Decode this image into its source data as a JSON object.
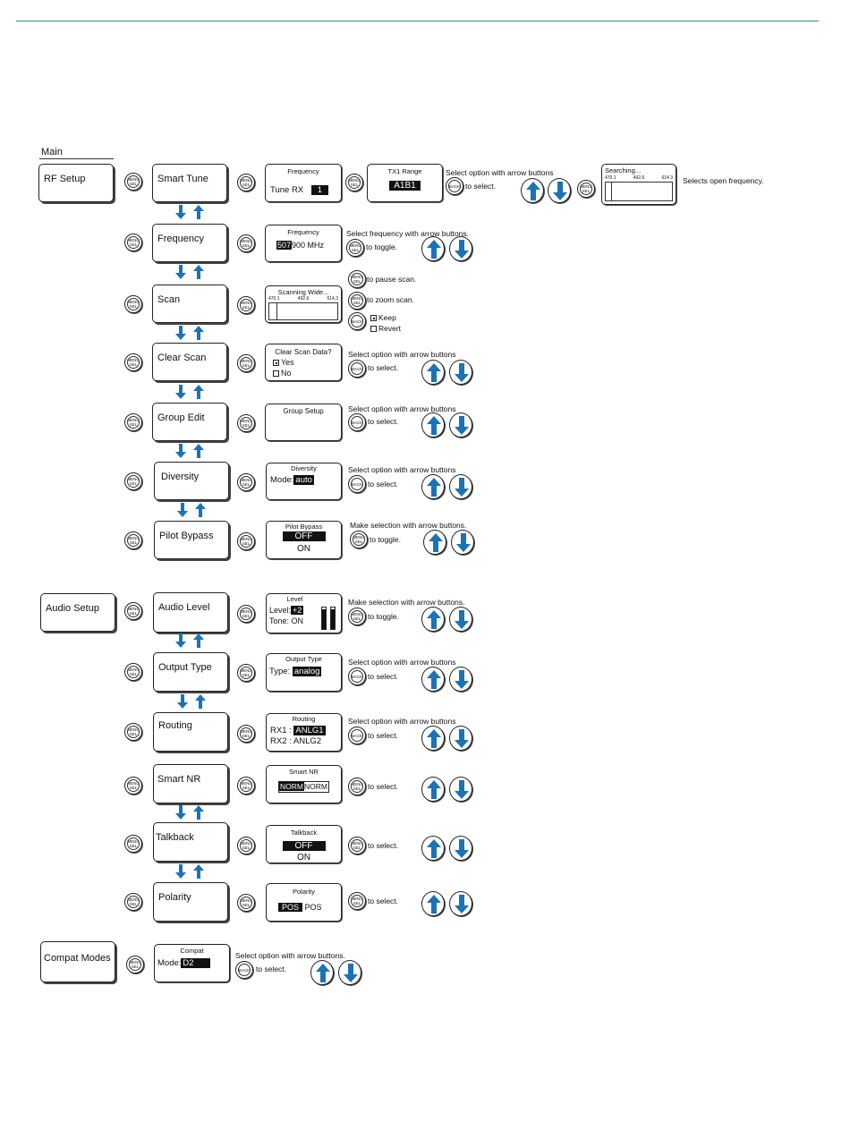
{
  "header": {
    "section_label": "Main"
  },
  "colors": {
    "accent": "#1a73b5",
    "rule": "#2e8b8b"
  },
  "icons": {
    "menu_knob": "menu-sel-icon",
    "back_knob": "back-icon",
    "up": "up-arrow-icon",
    "down": "down-arrow-icon"
  },
  "knob_labels": {
    "menu": "MENU",
    "sel": "SEL",
    "back": "BACK"
  },
  "groups": {
    "rf_setup": "RF Setup",
    "audio_setup": "Audio Setup",
    "compat_modes": "Compat Modes"
  },
  "rf": {
    "smart_tune": {
      "label": "Smart Tune",
      "screen_title": "Frequency",
      "tune_label": "Tune RX",
      "tune_value": "1",
      "range_title": "TX1 Range",
      "range_value": "A1B1",
      "note_line1": "Select option with arrow buttons",
      "note_line2": "to select.",
      "searching_title": "Searching...",
      "searching_ticks": [
        "470.1",
        "492.6",
        "614.3"
      ],
      "result_note": "Selects open frequency."
    },
    "frequency": {
      "label": "Frequency",
      "screen_title": "Frequency",
      "value_hi": "507",
      "value_rest": "900 MHz",
      "note_line1": "Select frequency with arrow buttons.",
      "note_line2": "to toggle."
    },
    "scan": {
      "label": "Scan",
      "screen_title": "Scanning Wide...",
      "ticks": [
        "470.1",
        "492.6",
        "614.3"
      ],
      "note_pause": "to pause scan.",
      "note_zoom": "to zoom scan.",
      "keep": "Keep",
      "revert": "Revert"
    },
    "clear_scan": {
      "label": "Clear Scan",
      "screen_title": "Clear Scan Data?",
      "yes": "Yes",
      "no": "No",
      "note_line1": "Select option with arrow buttons",
      "note_line2": "to select."
    },
    "group_edit": {
      "label": "Group Edit",
      "screen_title": "Group Setup",
      "note_line1": "Select option with arrow buttons",
      "note_line2": "to select."
    },
    "diversity": {
      "label": "Diversity",
      "screen_title": "Diversity",
      "mode_label": "Mode:",
      "mode_value": "auto",
      "note_line1": "Select option with arrow buttons",
      "note_line2": "to select."
    },
    "pilot_bypass": {
      "label": "Pilot Bypass",
      "screen_title": "Pilot Bypass",
      "opt1": "OFF",
      "opt2": "ON",
      "note_line1": "Make selection with arrow buttons.",
      "note_line2": "to toggle."
    }
  },
  "audio": {
    "audio_level": {
      "label": "Audio Level",
      "screen_title": "Level",
      "level_label": "Level:",
      "level_value": "+2",
      "tone_label": "Tone:",
      "tone_value": "ON",
      "note_line1": "Make selection with arrow buttons.",
      "note_line2": "to toggle."
    },
    "output_type": {
      "label": "Output Type",
      "screen_title": "Output Type",
      "type_label": "Type:",
      "type_value": "analog",
      "note_line1": "Select option with arrow buttons",
      "note_line2": "to select."
    },
    "routing": {
      "label": "Routing",
      "screen_title": "Routing",
      "rx1_label": "RX1 :",
      "rx1_value": "ANLG1",
      "rx2_label": "RX2 :",
      "rx2_value": "ANLG2",
      "note_line1": "Select option with arrow buttons",
      "note_line2": "to select."
    },
    "smart_nr": {
      "label": "Smart NR",
      "screen_title": "Smart NR",
      "opt_hi": "NORM",
      "opt": "NORM",
      "note": "to select."
    },
    "talkback": {
      "label": "Talkback",
      "screen_title": "Talkback",
      "opt1": "OFF",
      "opt2": "ON",
      "note": "to select."
    },
    "polarity": {
      "label": "Polarity",
      "screen_title": "Polarity",
      "opt_hi": "POS",
      "opt": "POS",
      "note": "to select."
    }
  },
  "compat": {
    "screen_title": "Compat",
    "mode_label": "Mode:",
    "mode_value": "D2",
    "note_line1": "Select option with arrow buttons.",
    "note_line2": "to select."
  }
}
